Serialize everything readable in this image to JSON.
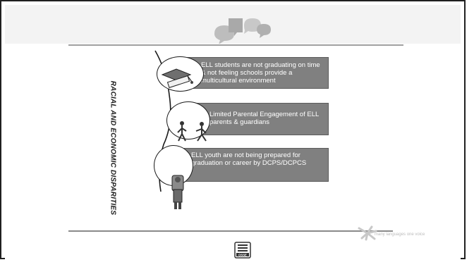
{
  "slide": {
    "vertical_title": "RACIAL AND ECONOMIC DISPARITIES",
    "items": [
      {
        "text": "ELL students are not graduating on time & not feeling schools provide a multicultural environment",
        "icon": "graduation-hat-diploma-icon"
      },
      {
        "text": "Limited Parental Engagement of ELL parents & guardians",
        "icon": "parent-and-child-walking-icon"
      },
      {
        "text": "ELL youth are not being prepared for graduation or career by DCPS/DCPCS",
        "icon": "student-with-backpack-icon"
      }
    ]
  },
  "footer": {
    "partner_logo_text": "many languages one voice",
    "osse_logo_text": "OSSE"
  },
  "colors": {
    "box_fill": "#808080",
    "box_text": "#ffffff",
    "frame": "#202020",
    "rule": "#a0a0a0"
  }
}
